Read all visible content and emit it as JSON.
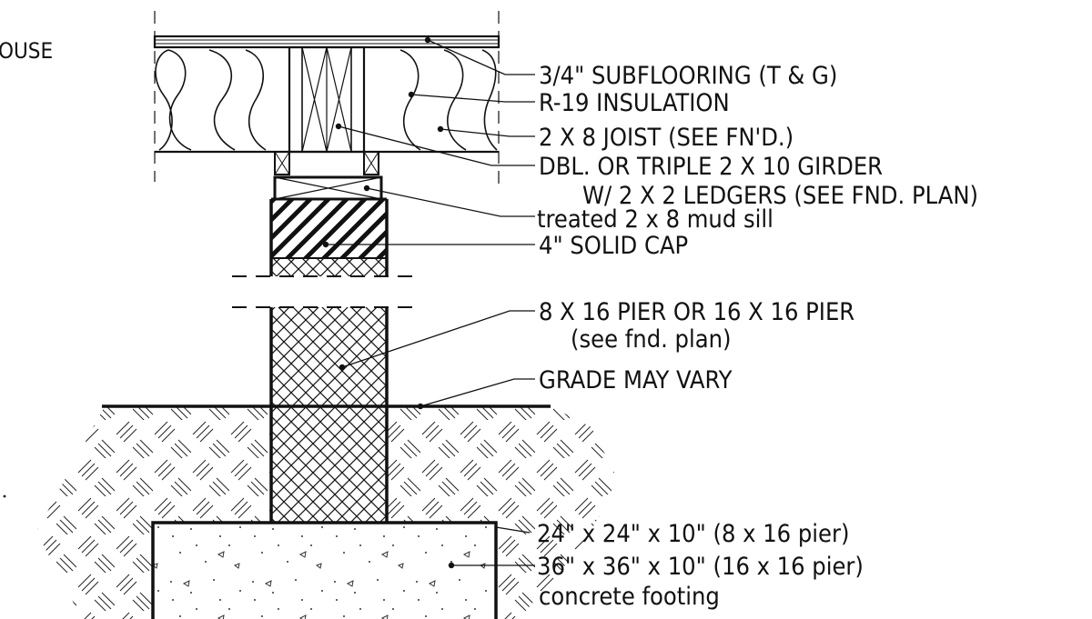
{
  "drawing": {
    "partial_label": "OUSE",
    "labels": {
      "subflooring": "3/4\" SUBFLOORING (T & G)",
      "insulation": "R-19 INSULATION",
      "joist": "2 X 8 JOIST (SEE FN'D.)",
      "girder_1": "DBL. OR TRIPLE 2 X 10 GIRDER",
      "girder_2": "W/ 2 X 2 LEDGERS (SEE FND. PLAN)",
      "mud_sill": "treated 2 x 8 mud sill",
      "cap": "4\" SOLID CAP",
      "pier_1": "8 X 16 PIER OR 16 X 16 PIER",
      "pier_2": "(see fnd. plan)",
      "grade": "GRADE MAY VARY",
      "footing_1": "24\" x 24\" x 10\" (8 x 16 pier)",
      "footing_2": "36\" x 36\" x 10\" (16 x 16 pier)",
      "footing_3": "concrete footing"
    }
  }
}
